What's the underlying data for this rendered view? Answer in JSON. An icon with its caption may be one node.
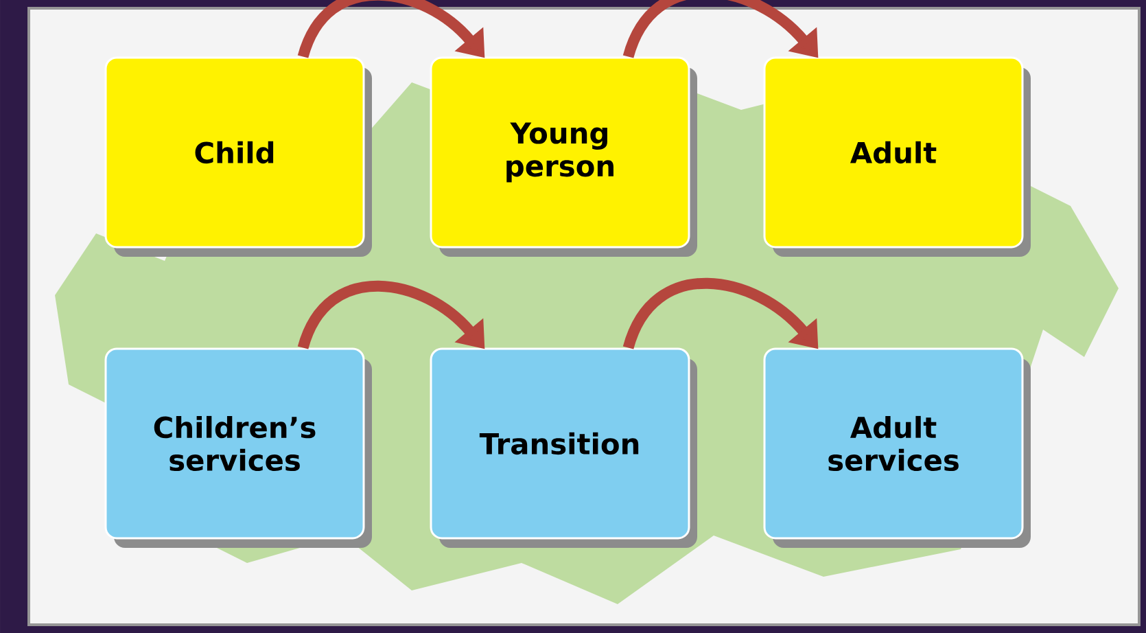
{
  "diagram": {
    "nodes": [
      {
        "text": [
          "Child"
        ]
      },
      {
        "text": [
          "Young person"
        ]
      },
      {
        "text": [
          "Adult"
        ]
      },
      {
        "text": [
          "Children’s services"
        ]
      },
      {
        "text": [
          "Transition"
        ]
      },
      {
        "text": [
          "Adult services"
        ]
      }
    ],
    "edges": [
      {
        "from": 0,
        "to": 1,
        "arrow": "to"
      },
      {
        "from": 1,
        "to": 2,
        "arrow": "to"
      },
      {
        "from": 3,
        "to": 4,
        "arrow": "to"
      },
      {
        "from": 4,
        "to": 5,
        "arrow": "to"
      }
    ]
  }
}
